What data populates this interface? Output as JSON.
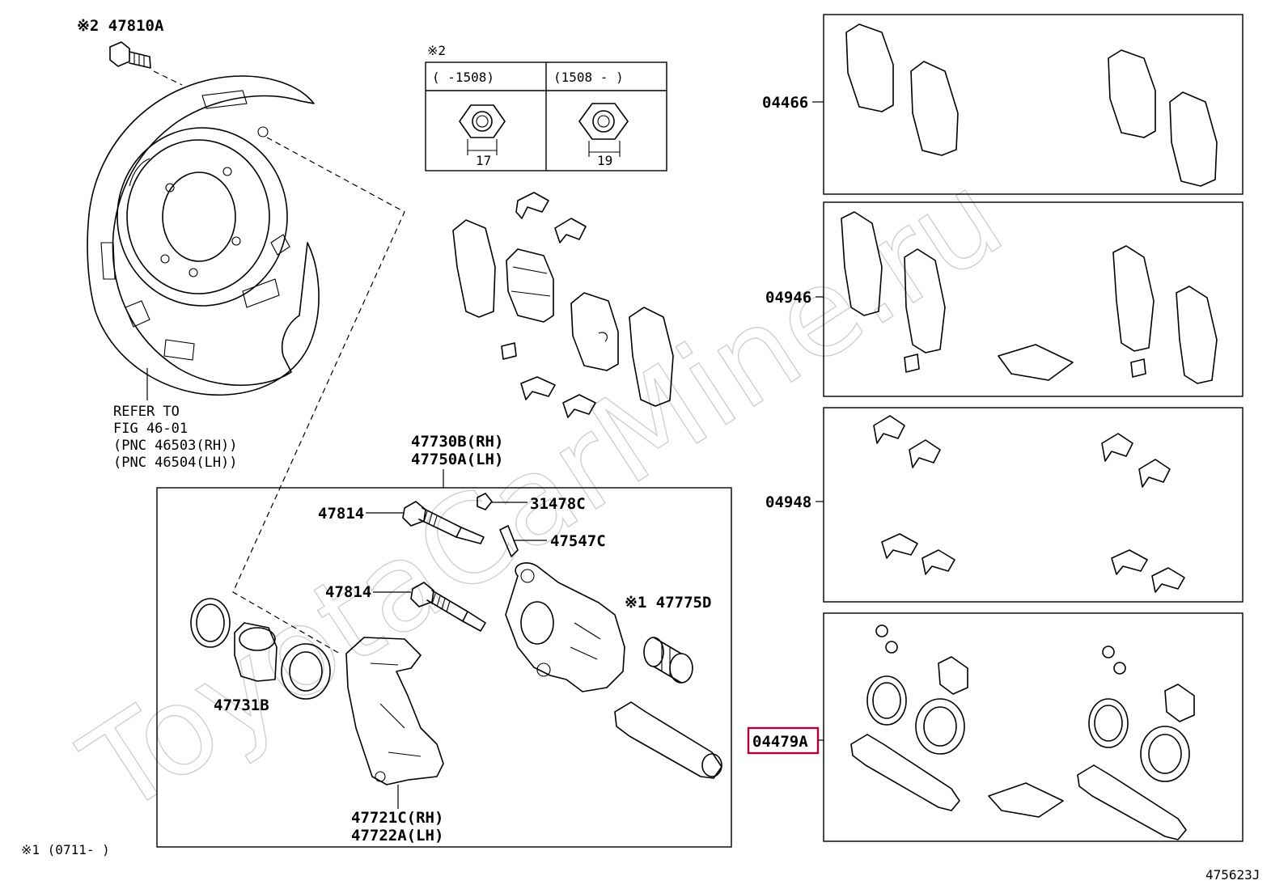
{
  "diagram": {
    "watermark": "ToyotaCarMine.ru",
    "figure_id": "475623J",
    "footnote": "※1 (0711-     )",
    "note_mark": "※2",
    "nut_table": {
      "header_left": "(      -1508)",
      "header_right": "(1508 -      )",
      "size_left": "17",
      "size_right": "19"
    },
    "refer_note": [
      "REFER TO",
      "FIG 46-01",
      "(PNC 46503(RH))",
      "(PNC 46504(LH))"
    ],
    "labels": {
      "p47810A": "※2 47810A",
      "p47730B": "47730B(RH)",
      "p47750A": "47750A(LH)",
      "p47814a": "47814",
      "p47814b": "47814",
      "p31478C": "31478C",
      "p47547C": "47547C",
      "p47775D": "※1 47775D",
      "p47731B": "47731B",
      "p47721C": "47721C(RH)",
      "p47722A": "47722A(LH)",
      "k04466": "04466",
      "k04946": "04946",
      "k04948": "04948",
      "k04479A": "04479A"
    },
    "highlight_color": "#b0003a"
  }
}
